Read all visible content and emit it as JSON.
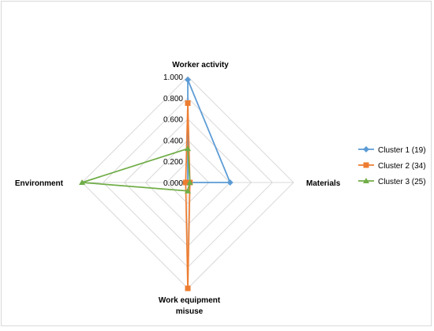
{
  "chart_data": {
    "type": "radar",
    "axes": [
      "Worker activity",
      "Materials",
      "Work equipment misuse",
      "Environment"
    ],
    "axis_label_lines": [
      [
        "Worker activity"
      ],
      [
        "Materials"
      ],
      [
        "Work equipment",
        "misuse"
      ],
      [
        "Environment"
      ]
    ],
    "r_range": [
      0,
      1
    ],
    "ticks": [
      "0.000",
      "0.200",
      "0.400",
      "0.600",
      "0.800",
      "1.000"
    ],
    "grid": true,
    "legend_position": "right",
    "series": [
      {
        "name": "Cluster 1 (19)",
        "color": "#5b9bd5",
        "marker": "diamond",
        "values": [
          0.97,
          0.4,
          0.0,
          0.0
        ]
      },
      {
        "name": "Cluster 2 (34)",
        "color": "#ed7d31",
        "marker": "square",
        "values": [
          0.75,
          0.02,
          1.0,
          0.02
        ]
      },
      {
        "name": "Cluster 3 (25)",
        "color": "#70ad47",
        "marker": "triangle",
        "values": [
          0.32,
          0.02,
          0.08,
          1.0
        ]
      }
    ]
  }
}
